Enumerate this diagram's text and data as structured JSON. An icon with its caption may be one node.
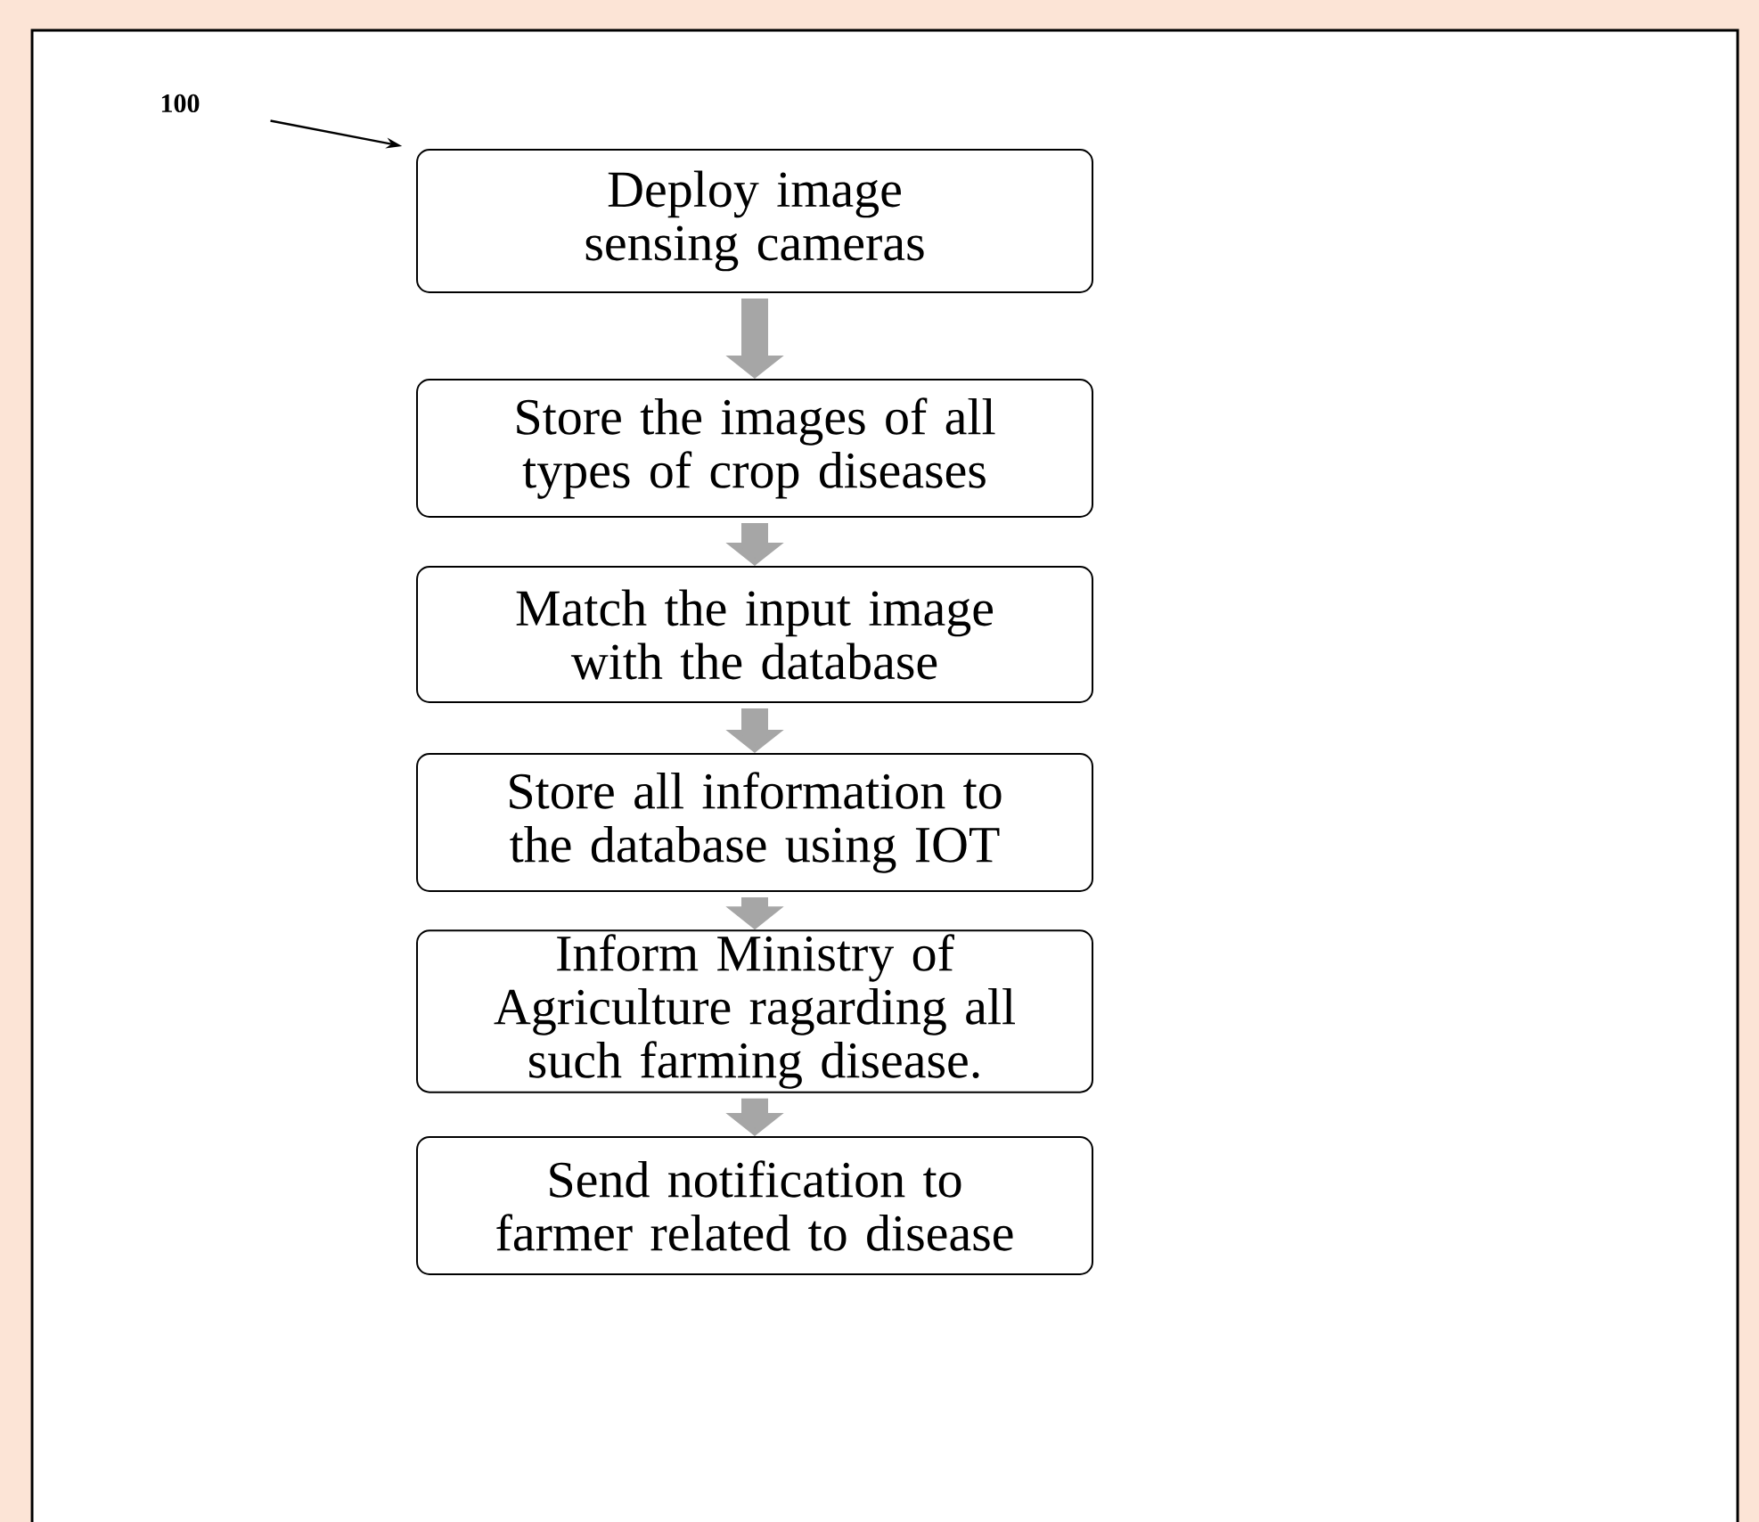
{
  "diagram": {
    "nodes": [
      {
        "text": [
          "100"
        ]
      },
      {
        "text": [
          "Deploy image sensing cameras"
        ]
      },
      {
        "text": [
          "Store the images of all types of crop diseases"
        ]
      },
      {
        "text": [
          "Match the input image with the database"
        ]
      },
      {
        "text": [
          "Store all information to the database using IOT"
        ]
      },
      {
        "text": [
          "Inform Ministry of Agriculture ragarding all such farming disease."
        ]
      },
      {
        "text": [
          "Send notification to farmer related to disease"
        ]
      }
    ],
    "edges": [
      {
        "from": 0,
        "to": 1,
        "arrow": "to",
        "color": "#000000"
      },
      {
        "from": 1,
        "to": 2,
        "arrow": "to"
      },
      {
        "from": 2,
        "to": 3,
        "arrow": "to"
      },
      {
        "from": 3,
        "to": 4,
        "arrow": "to"
      },
      {
        "from": 4,
        "to": 5,
        "arrow": "to"
      },
      {
        "from": 5,
        "to": 6,
        "arrow": "to"
      }
    ]
  }
}
